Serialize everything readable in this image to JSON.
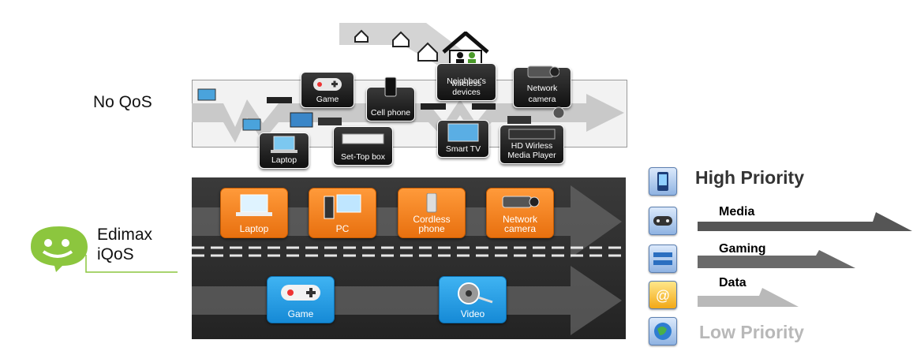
{
  "rows": {
    "no_qos": "No QoS",
    "iqos_line1": "Edimax",
    "iqos_line2": "iQoS"
  },
  "no_qos_devices": {
    "game": "Game",
    "cell_phone": "Cell phone",
    "neighbor_line1": "Neighbor's",
    "neighbor_line2": "wireless devices",
    "network_camera_line1": "Network",
    "network_camera_line2": "camera",
    "laptop": "Laptop",
    "settop": "Set-Top box",
    "smart_tv": "Smart TV",
    "hd_line1": "HD Wirless",
    "hd_line2": "Media Player"
  },
  "iqos_devices": {
    "laptop": "Laptop",
    "pc": "PC",
    "cordless_line1": "Cordless",
    "cordless_line2": "phone",
    "camera_line1": "Network",
    "camera_line2": "camera",
    "game": "Game",
    "video": "Video"
  },
  "priority": {
    "high": "High Priority",
    "media": "Media",
    "gaming": "Gaming",
    "data": "Data",
    "low": "Low Priority"
  },
  "colors": {
    "road": "#2b2b2b",
    "orange_tile": "#f0801a",
    "blue_tile": "#2a9de4",
    "high_arrow": "#555555",
    "mid_arrow": "#6a6a6a",
    "low_arrow": "#b9b9b9",
    "chat_green": "#8cc63e"
  },
  "icons": {
    "chat_logo": "smiley-chat-bubble-icon",
    "media": "phone-media-icon",
    "gaming": "gamepad-icon",
    "data": "network-icon",
    "email": "email-icon",
    "globe": "globe-icon"
  }
}
